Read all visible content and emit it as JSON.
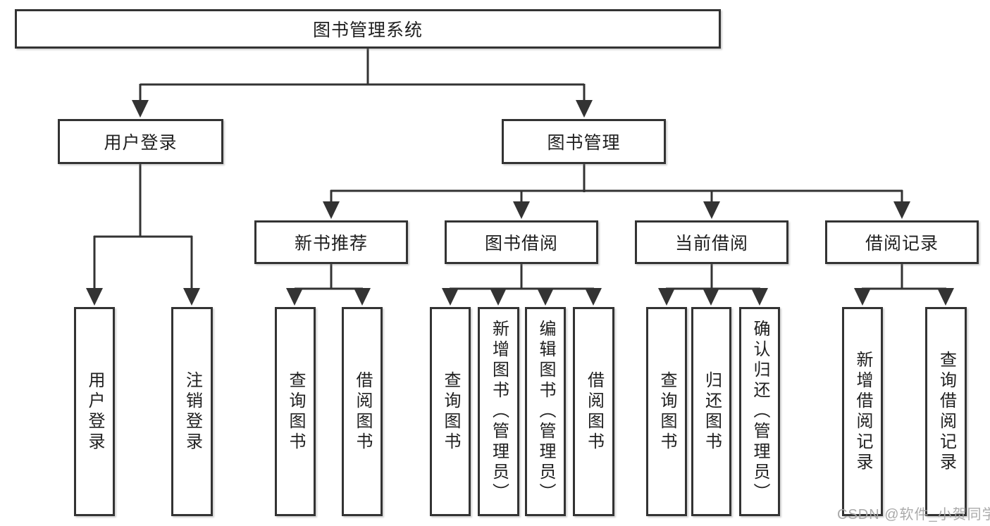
{
  "diagram": {
    "title": "图书管理系统",
    "root": "图书管理系统",
    "level2": {
      "user_login": "用户登录",
      "book_mgmt": "图书管理"
    },
    "level3": {
      "new_books": "新书推荐",
      "borrow": "图书借阅",
      "current": "当前借阅",
      "records": "借阅记录"
    },
    "leaves": {
      "user_login": [
        "用户登录",
        "注销登录"
      ],
      "new_books": [
        "查询图书",
        "借阅图书"
      ],
      "borrow": [
        "查询图书",
        "新增图书（管理员）",
        "编辑图书（管理员）",
        "借阅图书"
      ],
      "current": [
        "查询图书",
        "归还图书",
        "确认归还（管理员）"
      ],
      "records": [
        "新增借阅记录",
        "查询借阅记录"
      ]
    }
  },
  "watermark": "CSDN @软件_小贺同学",
  "colors": {
    "line": "#333333",
    "text": "#1f1f1f",
    "watermark": "#a5a5a5"
  }
}
